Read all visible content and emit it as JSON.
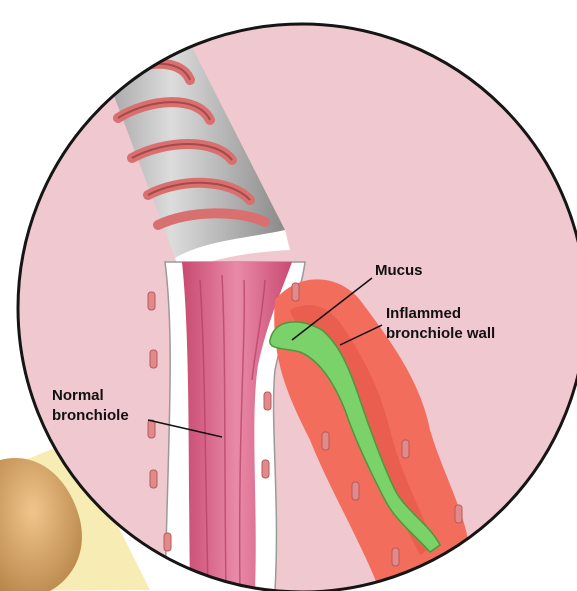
{
  "labels": {
    "mucus": "Mucus",
    "inflamed_line1": "Inflammed",
    "inflamed_line2": "bronchiole wall",
    "normal_line1": "Normal",
    "normal_line2": "bronchiole"
  },
  "colors": {
    "background_circle": "#f0c8cf",
    "circle_border": "#151515",
    "cartilage": "#b9b9b9",
    "smooth_muscle": "#d97070",
    "bronchiole_wall": "#ffffff",
    "bronchiole_lumen": "#de6a90",
    "inflamed_tissue": "#f26d5b",
    "mucus": "#7cd26a",
    "skin": "#d8a86a",
    "light_beam": "#f6e9a6"
  }
}
